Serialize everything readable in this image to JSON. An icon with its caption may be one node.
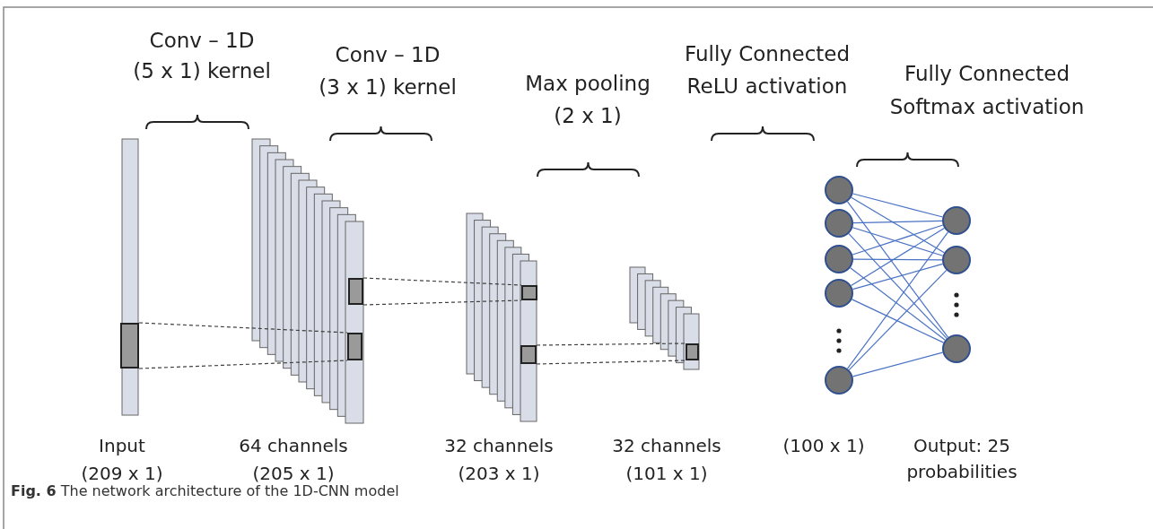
{
  "diagram": {
    "caption": "**Fig. 6** The network architecture of the 1D-CNN model",
    "nodes": [
      {
        "text": [],
        "shape": "box"
      },
      {
        "text": [],
        "shape": "box"
      },
      {
        "text": [],
        "shape": "box"
      },
      {
        "text": [],
        "shape": "box"
      },
      {
        "text": [],
        "shape": "box"
      },
      {
        "text": [],
        "shape": "box"
      },
      {
        "text": [],
        "shape": "circle"
      },
      {
        "text": [],
        "shape": "circle"
      },
      {
        "text": [],
        "shape": "circle"
      },
      {
        "text": [],
        "shape": "circle"
      },
      {
        "text": [],
        "shape": "circle"
      },
      {
        "text": [],
        "shape": "circle"
      },
      {
        "text": [],
        "shape": "circle"
      },
      {
        "text": [],
        "shape": "circle"
      }
    ],
    "edges": [
      {
        "from": 0,
        "to": 2,
        "arrow": "none",
        "style": "dashed",
        "color": "#404040"
      },
      {
        "from": 1,
        "to": 3,
        "arrow": "none",
        "style": "dashed",
        "color": "#404040"
      },
      {
        "from": 4,
        "to": 5,
        "arrow": "none",
        "style": "dashed",
        "color": "#404040"
      },
      {
        "from": 6,
        "to": 11,
        "arrow": "none"
      },
      {
        "from": 6,
        "to": 12,
        "arrow": "none"
      },
      {
        "from": 6,
        "to": 13,
        "arrow": "none"
      },
      {
        "from": 7,
        "to": 11,
        "arrow": "none"
      },
      {
        "from": 7,
        "to": 12,
        "arrow": "none"
      },
      {
        "from": 7,
        "to": 13,
        "arrow": "none"
      },
      {
        "from": 8,
        "to": 11,
        "arrow": "none"
      },
      {
        "from": 8,
        "to": 12,
        "arrow": "none"
      },
      {
        "from": 8,
        "to": 13,
        "arrow": "none"
      },
      {
        "from": 9,
        "to": 11,
        "arrow": "none"
      },
      {
        "from": 9,
        "to": 12,
        "arrow": "none"
      },
      {
        "from": 9,
        "to": 13,
        "arrow": "none"
      },
      {
        "from": 10,
        "to": 11,
        "arrow": "none"
      },
      {
        "from": 10,
        "to": 12,
        "arrow": "none"
      },
      {
        "from": 10,
        "to": 13,
        "arrow": "none"
      }
    ],
    "labels": [
      "Conv – 1D",
      "(5 x 1) kernel",
      "Conv – 1D",
      "(3 x 1) kernel",
      "Max pooling",
      "(2 x 1)",
      "Fully Connected",
      "ReLU activation",
      "Fully Connected",
      "Softmax activation",
      "Input",
      "(209 x 1)",
      "64 channels",
      "(205 x 1)",
      "32 channels",
      "(203 x 1)",
      "32 channels",
      "(101 x 1)",
      "(100 x 1)",
      "Output: 25",
      "probabilities"
    ]
  }
}
